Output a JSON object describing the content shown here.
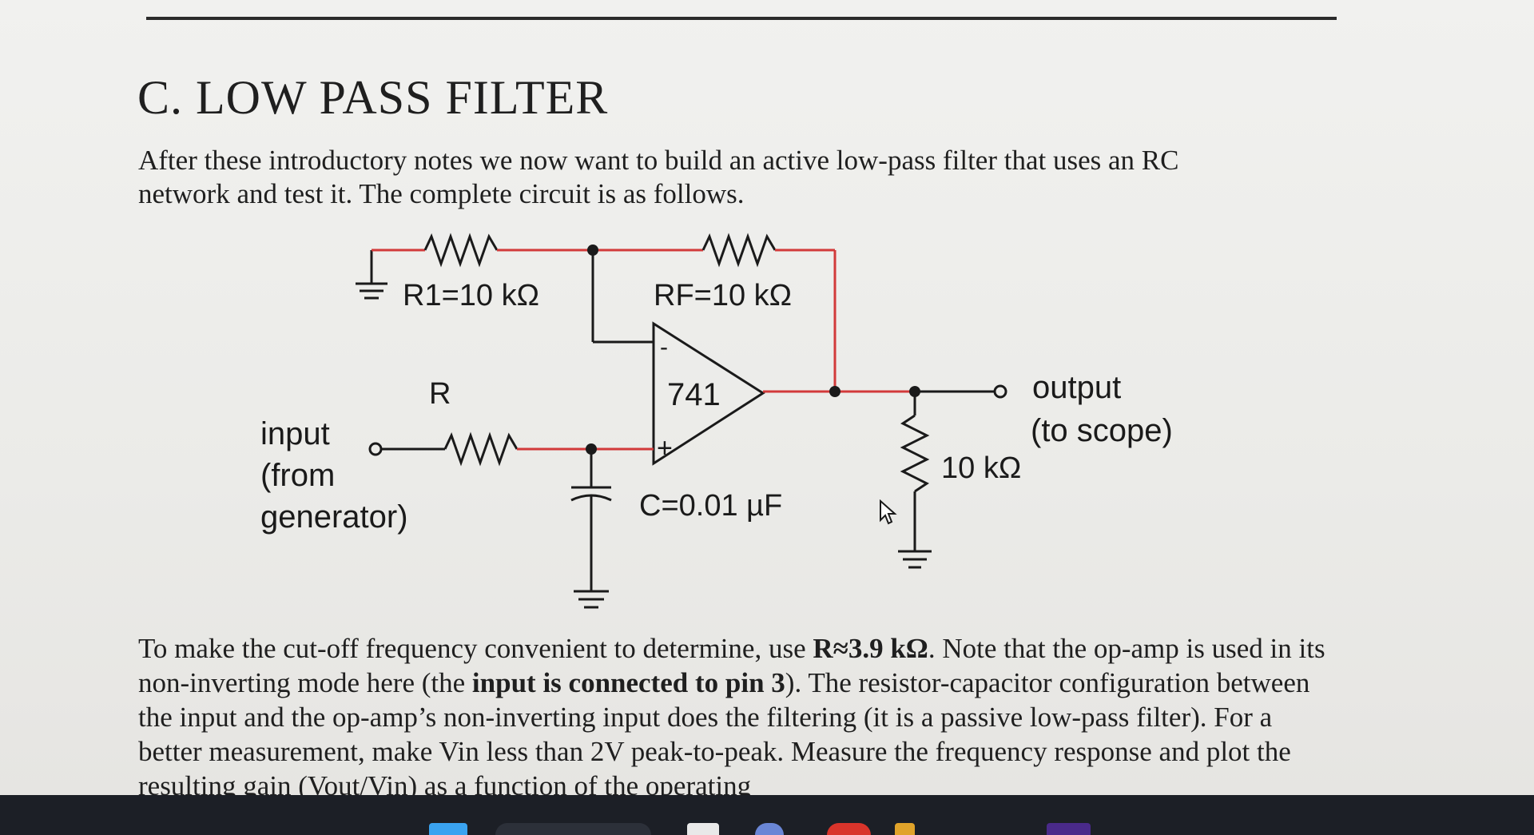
{
  "document": {
    "heading": "C. LOW PASS FILTER",
    "intro_line1": "After these introductory notes we now want to build an active low-pass filter that uses an RC",
    "intro_line2": "network and test it. The complete circuit is as follows.",
    "body_1": "To make the cut-off frequency convenient to determine, use ",
    "body_r_value": "R≈3.9 kΩ",
    "body_2": ". Note that the op-amp is used in its non-inverting mode here (the ",
    "body_pin": "input is connected to pin 3",
    "body_3": "). The resistor-capacitor configuration between the input and the op-amp’s non-inverting input does the filtering (it is a passive low-pass filter). For a better measurement, make Vin less than 2V peak-to-peak. Measure the frequency response and plot the resulting gain (Vout/Vin) as a function of the operating"
  },
  "circuit": {
    "r1_label": "R1=10 kΩ",
    "rf_label": "RF=10 kΩ",
    "r_label": "R",
    "opamp_label": "741",
    "minus_label": "-",
    "plus_label": "+",
    "cap_label": "C=0.01 µF",
    "load_label": "10 kΩ",
    "input_line1": "input",
    "input_line2": "(from",
    "input_line3": "generator)",
    "output_line1": "output",
    "output_line2": "(to scope)",
    "wire_color": "#d23a3a",
    "black_wire_color": "#1a1a1a"
  },
  "taskbar": {
    "background": "#1c1f26",
    "icons": [
      "windows-start-icon",
      "search-icon",
      "file-explorer-icon",
      "browser-icon",
      "app-icon-red",
      "app-icon-yellow",
      "app-icon-purple"
    ]
  }
}
